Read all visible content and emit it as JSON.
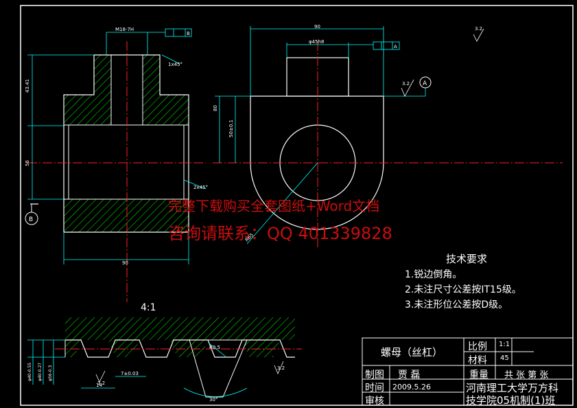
{
  "watermark": {
    "line1": "完整下载购买全套图纸+Word文档",
    "line2": "咨询请联系：QQ 401339828"
  },
  "tech_requirements": {
    "title": "技术要求",
    "items": [
      "1.锐边倒角。",
      "2.未注尺寸公差按IT15级。",
      "3.未注形位公差按D级。"
    ]
  },
  "title_block": {
    "part_name": "螺母（丝杠）",
    "scale_label": "比例",
    "scale_value": "1:1",
    "material_label": "材料",
    "material_value": "45",
    "drawn_label": "制图",
    "drawn_by": "贾 磊",
    "weight_label": "重量",
    "sheets": "共 张 第 张",
    "date_label": "时间",
    "date_value": "2009.5.26",
    "review_label": "审核",
    "school_line1": "河南理工大学万方科",
    "school_line2": "技学院05机制(1)班"
  },
  "dimensions": {
    "thread": "M18-7H",
    "chamfer": "1x45°",
    "height_43": "43.41",
    "height_56": "56",
    "width_90_left": "90",
    "undercut": "2x45°",
    "datum_b": "B",
    "width_90_right": "90",
    "bore": "φ45h8",
    "height_80": "80",
    "height_50": "50±0.1",
    "radius": "R65",
    "datum_a": "A",
    "rough_32": "3.2",
    "rough_32b": "3.2",
    "rough_32c": "3.2",
    "rough_32d": "3.2",
    "tol_a": "A",
    "tol_b": "B",
    "detail_scale": "4:1",
    "pitch": "7±0.03",
    "length_14": "14",
    "angle": "30°",
    "rad_detail": "R0.5",
    "d_40_55": "φ40-0.55",
    "d_40_27": "φ40-0.27",
    "d_56": "φ56-0.3"
  },
  "colors": {
    "outline": "#ffffff",
    "dimension": "#00ffff",
    "hatch": "#00ff00",
    "centerline": "#ff2020",
    "watermark": "#e01010"
  }
}
